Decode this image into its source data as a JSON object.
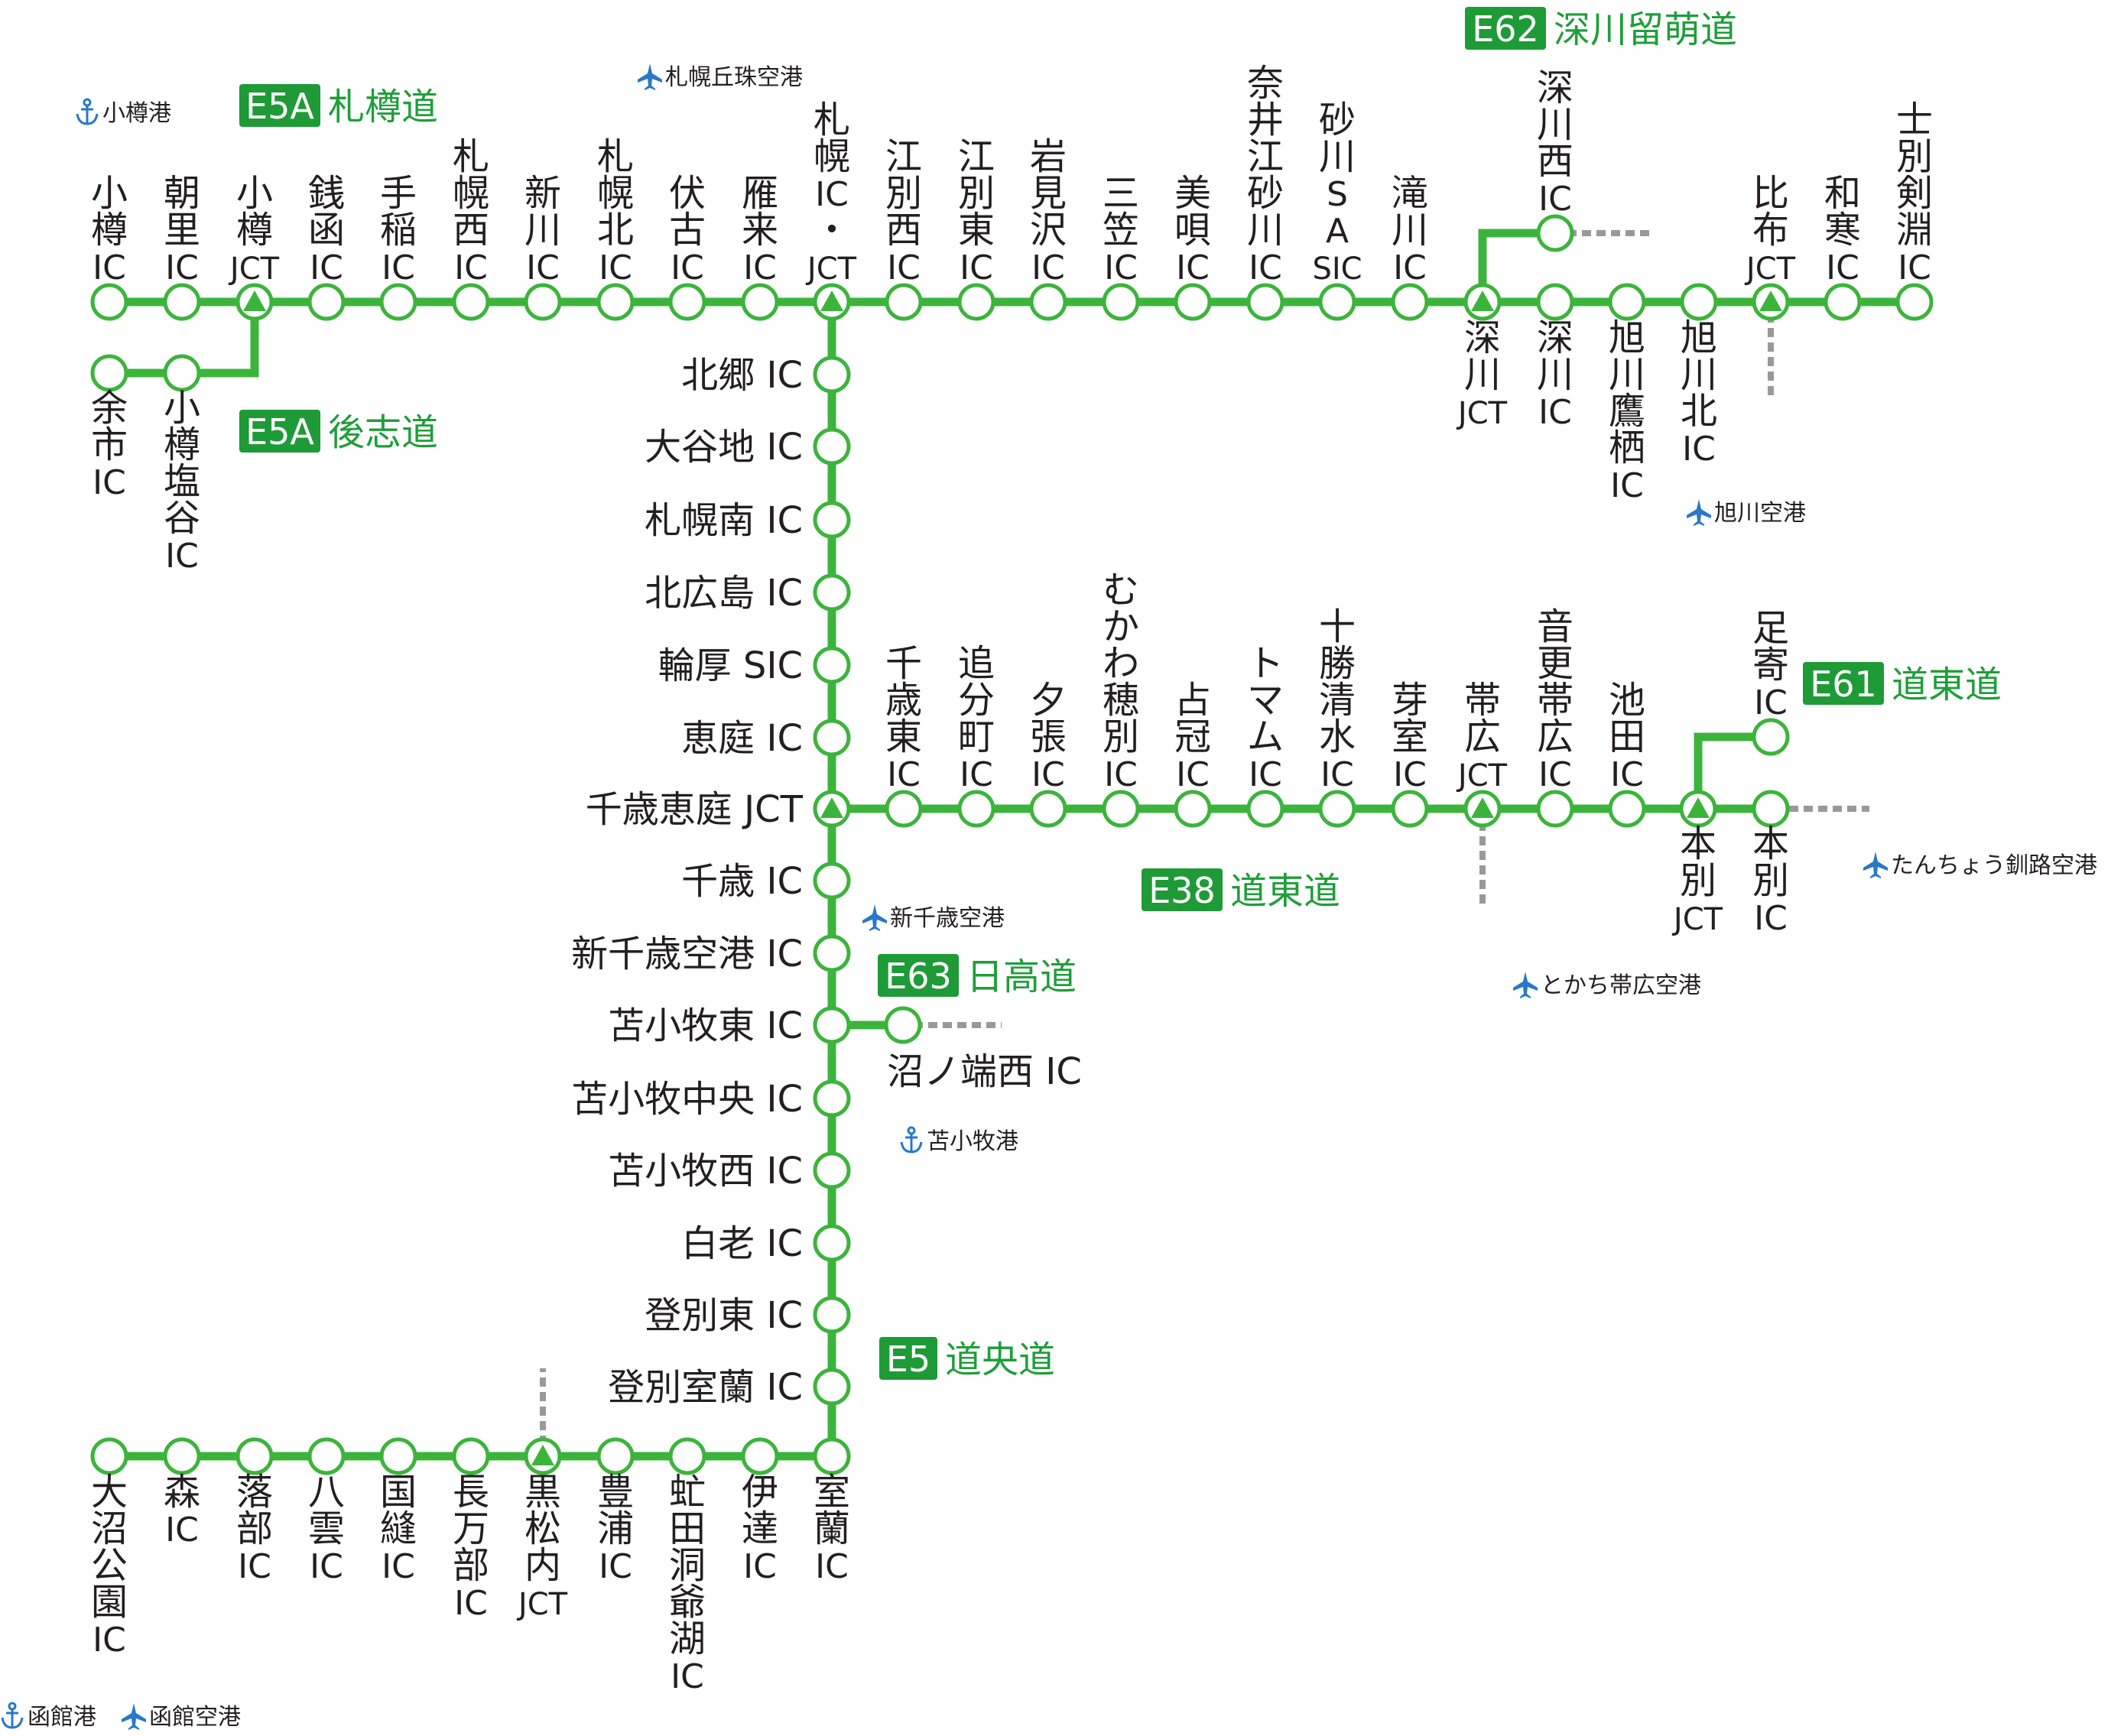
{
  "colors": {
    "route": "#3cb43c",
    "node_fill": "#ffffff",
    "jct_fill": "#3cb43c",
    "badge_bg": "#1e9a37",
    "route_name": "#1f9e3a",
    "text": "#231f20",
    "poi": "#2878c8",
    "stub": "#999999"
  },
  "routes": {
    "e5a_sassho": {
      "code": "E5A",
      "name": "札樽道"
    },
    "e5a_shiribeshi": {
      "code": "E5A",
      "name": "後志道"
    },
    "e62": {
      "code": "E62",
      "name": "深川留萌道"
    },
    "e61": {
      "code": "E61",
      "name": "道東道"
    },
    "e38": {
      "code": "E38",
      "name": "道東道"
    },
    "e63": {
      "code": "E63",
      "name": "日高道"
    },
    "e5": {
      "code": "E5",
      "name": "道央道"
    }
  },
  "interchanges": {
    "otaru_ic": "小樽IC",
    "asari_ic": "朝里IC",
    "otaru_jct": "小樽JCT",
    "zenibako_ic": "銭函IC",
    "teine_ic": "手稲IC",
    "sapporo_nishi_ic": "札幌西IC",
    "shinkawa_ic": "新川IC",
    "sapporo_kita_ic": "札幌北IC",
    "fushiko_ic": "伏古IC",
    "kariki_ic": "雁来IC",
    "sapporo_jct": "札幌IC・JCT",
    "ebetsu_nishi_ic": "江別西IC",
    "ebetsu_higashi_ic": "江別東IC",
    "iwamizawa_ic": "岩見沢IC",
    "mikasa_ic": "三笠IC",
    "bibai_ic": "美唄IC",
    "naie_sunagawa_ic": "奈井江砂川IC",
    "sunagawa_sasic": "砂川SASIC",
    "takikawa_ic": "滝川IC",
    "fukagawa_nishi_ic": "深川西IC",
    "fukagawa_jct": "深川JCT",
    "fukagawa_ic": "深川IC",
    "asahikawa_takasu_ic": "旭川鷹栖IC",
    "asahikawa_kita_ic": "旭川北IC",
    "pippu_jct": "比布JCT",
    "wassamu_ic": "和寒IC",
    "shibetsu_kembuchi_ic": "士別剣淵IC",
    "yoichi_ic": "余市IC",
    "otaru_shioya_ic": "小樽塩谷IC",
    "kitanosato_ic": "北郷 IC",
    "oyachi_ic": "大谷地 IC",
    "sapporo_minami_ic": "札幌南 IC",
    "kitahiroshima_ic": "北広島 IC",
    "wattsu_sic": "輪厚 SIC",
    "eniwa_ic": "恵庭 IC",
    "chitose_eniwa_jct": "千歳恵庭 JCT",
    "chitose_ic": "千歳 IC",
    "new_chitose_airport_ic": "新千歳空港 IC",
    "tomakomai_higashi_ic": "苫小牧東 IC",
    "tomakomai_chuo_ic": "苫小牧中央 IC",
    "tomakomai_nishi_ic": "苫小牧西 IC",
    "shiraoi_ic": "白老 IC",
    "noboribetsu_higashi_ic": "登別東 IC",
    "noboribetsu_muroran_ic": "登別室蘭 IC",
    "chitose_higashi_ic": "千歳東IC",
    "oiwake_ic": "追分町IC",
    "yubari_ic": "夕張IC",
    "mukawa_hobetsu_ic": "むかわ穂別IC",
    "shimukappu_ic": "占冠IC",
    "tomamu_ic": "トマムIC",
    "tokachi_shimizu_ic": "十勝清水IC",
    "memuro_ic": "芽室IC",
    "obihiro_jct": "帯広JCT",
    "otofuke_ic": "音更帯広IC",
    "ikeda_ic": "池田IC",
    "ashoro_ic": "足寄IC",
    "honbetsu_jct": "本別JCT",
    "honbetsu_ic": "本別IC",
    "numanohata_nishi_ic": "沼ノ端西 IC",
    "oonuma_koen_ic": "大沼公園IC",
    "mori_ic": "森IC",
    "otoshibe_ic": "落部IC",
    "yakumo_ic": "八雲IC",
    "kunnui_ic": "国縫IC",
    "oshamambe_ic": "長万部IC",
    "kuromatsunai_jct": "黒松内JCT",
    "toyoura_ic": "豊浦IC",
    "abuta_toyako_ic": "虻田洞爺湖IC",
    "date_ic": "伊達IC",
    "muroran_ic": "室蘭IC"
  },
  "pois": {
    "otaru_port": {
      "label": "小樽港",
      "icon": "anchor-icon"
    },
    "okadama_airport": {
      "label": "札幌丘珠空港",
      "icon": "airplane-icon"
    },
    "asahikawa_airport": {
      "label": "旭川空港",
      "icon": "airplane-icon"
    },
    "kushiro_airport": {
      "label": "たんちょう釧路空港",
      "icon": "airplane-icon"
    },
    "obihiro_airport": {
      "label": "とかち帯広空港",
      "icon": "airplane-icon"
    },
    "new_chitose_airport": {
      "label": "新千歳空港",
      "icon": "airplane-icon"
    },
    "tomakomai_port": {
      "label": "苫小牧港",
      "icon": "anchor-icon"
    },
    "hakodate_port": {
      "label": "函館港",
      "icon": "anchor-icon"
    },
    "hakodate_airport": {
      "label": "函館空港",
      "icon": "airplane-icon"
    }
  }
}
